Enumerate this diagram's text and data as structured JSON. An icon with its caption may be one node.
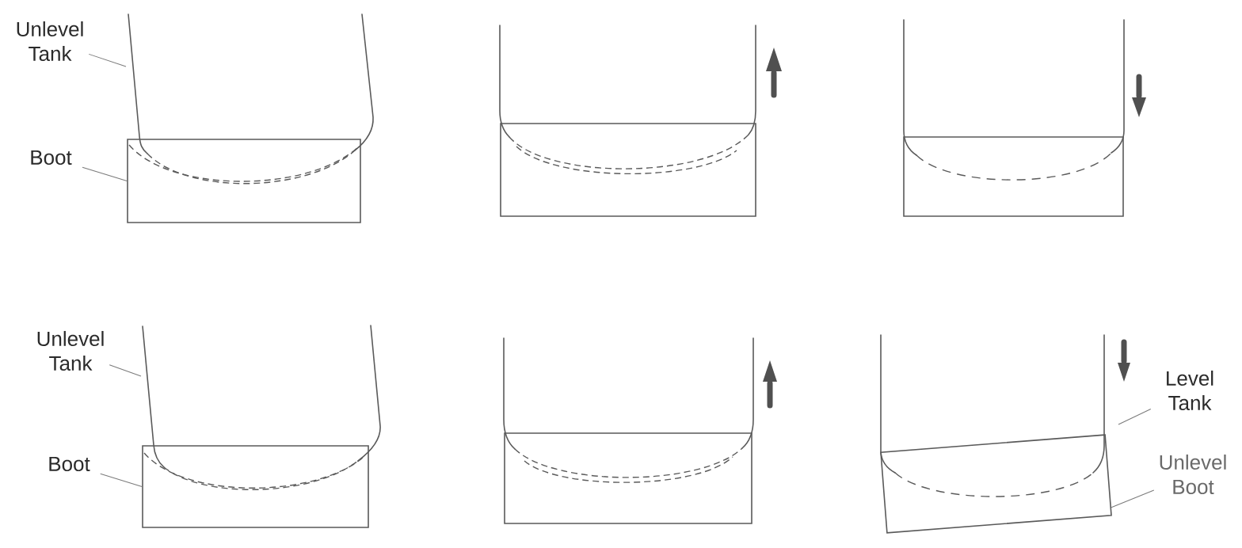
{
  "diagram": {
    "nodes": [
      {
        "text": [
          "Unlevel Tank"
        ]
      },
      {
        "text": [
          "Boot"
        ]
      },
      {
        "text": [],
        "shape": "box"
      },
      {
        "text": [],
        "shape": "box"
      },
      {
        "text": [],
        "shape": "box"
      },
      {
        "text": [
          "Unlevel Tank"
        ]
      },
      {
        "text": [
          "Boot"
        ]
      },
      {
        "text": [],
        "shape": "box"
      },
      {
        "text": [],
        "shape": "box"
      },
      {
        "text": [],
        "shape": "box"
      },
      {
        "text": [
          "Level Tank"
        ]
      },
      {
        "text": [
          "Unlevel Boot"
        ]
      }
    ],
    "edges": [
      {
        "from": 0,
        "to": null,
        "arrow": "none"
      },
      {
        "from": 1,
        "to": 2,
        "arrow": "none"
      },
      {
        "from": 5,
        "to": null,
        "arrow": "none"
      },
      {
        "from": 6,
        "to": 7,
        "arrow": "none"
      },
      {
        "from": 10,
        "to": null,
        "arrow": "none"
      },
      {
        "from": 11,
        "to": 9,
        "arrow": "none"
      }
    ]
  }
}
